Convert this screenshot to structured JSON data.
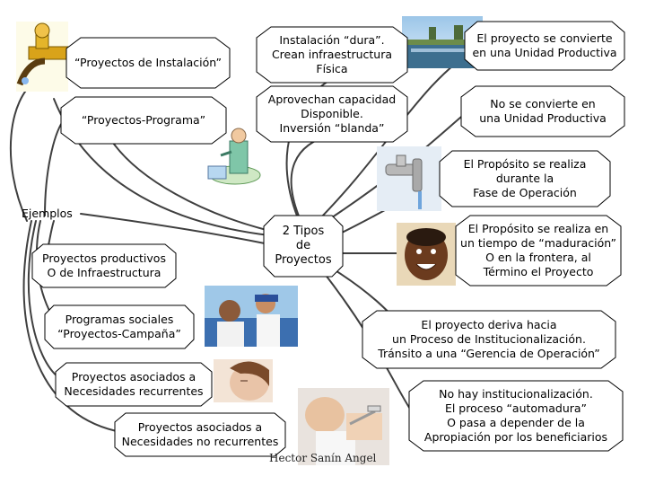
{
  "center": "2 Tipos\nde\nProyectos",
  "examples_label": "Ejemplos",
  "nodes": {
    "proyectos_instalacion": "“Proyectos de Instalación”",
    "proyectos_programa": "“Proyectos-Programa”",
    "instalacion_dura": "Instalación “dura”.\nCrean infraestructura\nFísica",
    "capacidad_disponible": "Aprovechan capacidad\nDisponible.\nInversión “blanda”",
    "unidad_productiva": "El proyecto se convierte\nen una Unidad Productiva",
    "no_unidad_productiva": "No se convierte en\nuna Unidad Productiva",
    "fase_operacion": "El Propósito se realiza\ndurante la\nFase de Operación",
    "maduracion": "El Propósito se realiza en\nun tiempo de “maduración”\nO en la frontera, al\nTérmino el Proyecto",
    "institucionalizacion": "El proyecto deriva hacia\nun Proceso de Institucionalización.\nTránsito a una “Gerencia de Operación”",
    "automadura": "No hay institucionalización.\nEl proceso “automadura”\nO pasa a depender de la\nApropiación por los beneficiarios",
    "productivos": "Proyectos productivos\nO de Infraestructura",
    "sociales": "Programas sociales\n“Proyectos-Campaña”",
    "recurrentes": "Proyectos asociados a\nNecesidades recurrentes",
    "no_recurrentes": "Proyectos asociados a\nNecesidades no recurrentes"
  },
  "author": "Hector Sanín Angel",
  "photos": [
    "faucet-pipe-icon",
    "hydro-dam-photo",
    "lab-worker-icon",
    "water-tap-photo",
    "smiling-child-photo",
    "vaccination-photo",
    "woman-face-photo",
    "injection-photo"
  ],
  "colors": {
    "node_fill": "#ffffff",
    "node_stroke": "#000000",
    "link": "#4a4a4a"
  }
}
